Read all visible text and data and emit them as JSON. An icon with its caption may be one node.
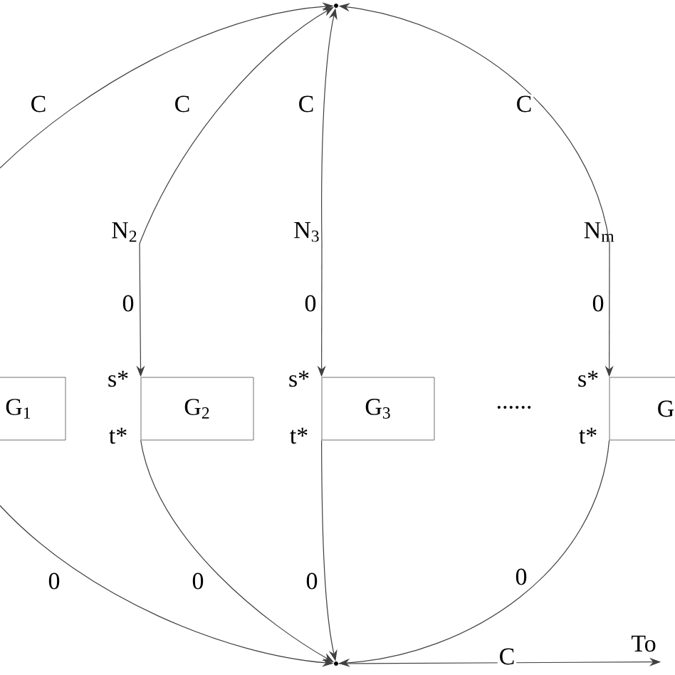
{
  "diagram": {
    "nodes": [
      {
        "text": [],
        "shape": "circle"
      },
      {
        "text": [],
        "shape": "circle"
      },
      {
        "text": [
          "N$_{2}$"
        ]
      },
      {
        "text": [
          "N$_{3}$"
        ]
      },
      {
        "text": [
          "N$_{m}$"
        ]
      },
      {
        "text": [
          "G$_{1}$"
        ]
      },
      {
        "text": [
          "G$_{2}$"
        ]
      },
      {
        "text": [
          "G$_{3}$"
        ]
      },
      {
        "text": [
          "G"
        ]
      },
      {
        "text": [
          "To"
        ]
      }
    ],
    "edges": [
      {
        "from": null,
        "to": 0,
        "arrow": "to",
        "label": "C"
      },
      {
        "from": 2,
        "to": 0,
        "arrow": "to",
        "label": "C"
      },
      {
        "from": 3,
        "to": 0,
        "arrow": "to",
        "label": "C"
      },
      {
        "from": 4,
        "to": 0,
        "arrow": "to",
        "label": "C"
      },
      {
        "from": 2,
        "to": 6,
        "arrow": "to",
        "label": "0"
      },
      {
        "from": 3,
        "to": 7,
        "arrow": "to",
        "label": "0"
      },
      {
        "from": 4,
        "to": 8,
        "arrow": "to",
        "label": "0"
      },
      {
        "from": null,
        "to": 1,
        "arrow": "to",
        "label": "0"
      },
      {
        "from": 6,
        "to": 1,
        "arrow": "to",
        "label": "0"
      },
      {
        "from": 7,
        "to": 1,
        "arrow": "to",
        "label": "0"
      },
      {
        "from": 8,
        "to": 1,
        "arrow": "to",
        "label": "0"
      },
      {
        "from": 1,
        "to": 9,
        "arrow": "to",
        "label": "C"
      }
    ],
    "labels": [
      "s*",
      "s*",
      "s*",
      "......",
      "t*",
      "t*",
      "t*"
    ]
  }
}
